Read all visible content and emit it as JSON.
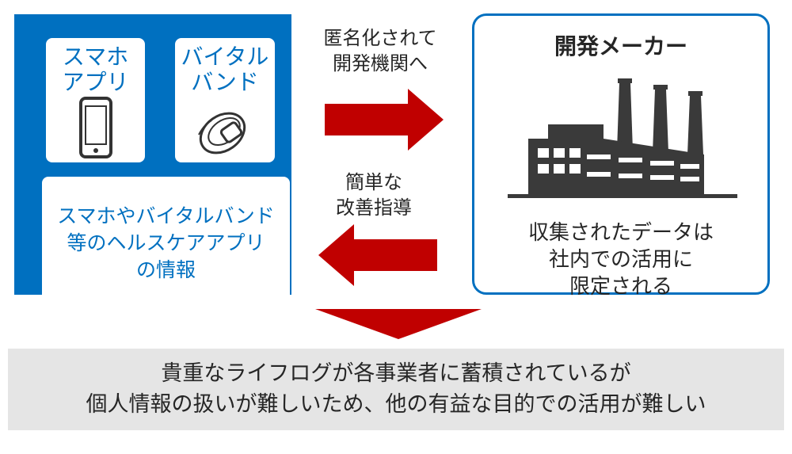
{
  "left_panel": {
    "app_card": {
      "title": "スマホ\nアプリ",
      "icon": "smartphone-icon"
    },
    "band_card": {
      "title": "バイタル\nバンド",
      "icon": "wristband-icon"
    },
    "info_card": {
      "text": "スマホやバイタルバンド\n等のヘルスケアアプリ\nの情報"
    }
  },
  "flow": {
    "top_label": "匿名化されて\n開発機関へ",
    "bottom_label": "簡単な\n改善指導"
  },
  "maker": {
    "title": "開発メーカー",
    "icon": "factory-icon",
    "description": "収集されたデータは\n社内での活用に\n限定される"
  },
  "conclusion": {
    "text": "貴重なライフログが各事業者に蓄積されているが\n個人情報の扱いが難しいため、他の有益な目的での活用が難しい"
  },
  "colors": {
    "blue": "#0070c0",
    "arrow_red": "#c00000",
    "banner_gray": "#e5e5e5",
    "text_dark": "#262626"
  }
}
